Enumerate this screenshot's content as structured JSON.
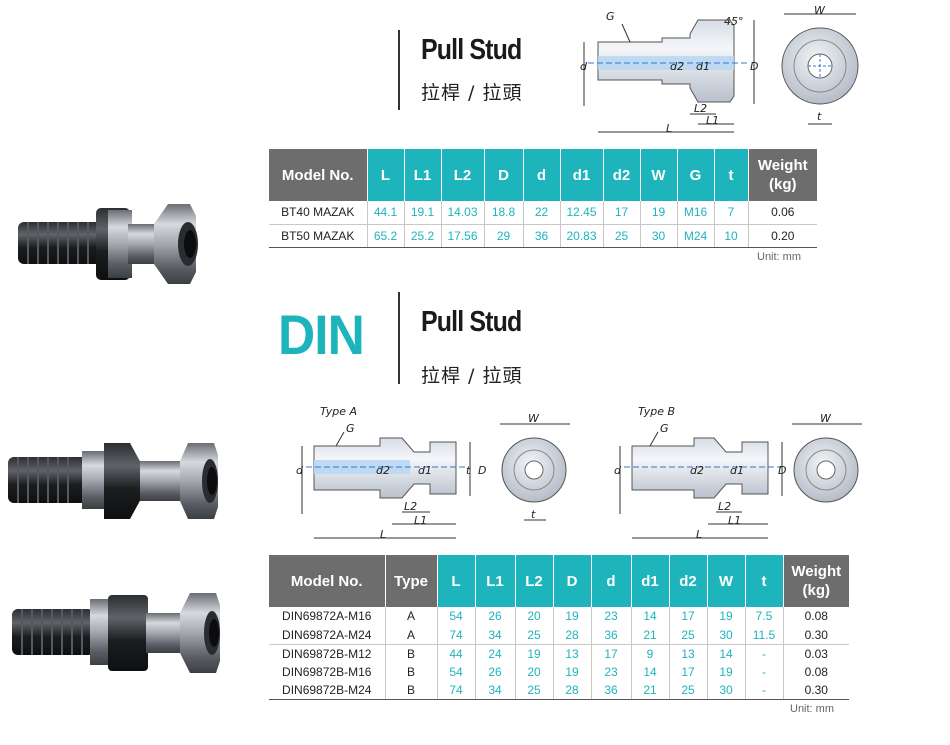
{
  "section1": {
    "title_en": "Pull Stud",
    "title_zh": "拉桿 / 拉頭",
    "diagram_labels": {
      "G": "G",
      "angle": "45°",
      "W": "W",
      "d": "d",
      "d2": "d2",
      "d1": "d1",
      "D": "D",
      "L2": "L2",
      "L1": "L1",
      "L": "L",
      "t": "t"
    },
    "table": {
      "headers": [
        "Model No.",
        "L",
        "L1",
        "L2",
        "D",
        "d",
        "d1",
        "d2",
        "W",
        "G",
        "t",
        "Weight\n(kg)"
      ],
      "rows": [
        [
          "BT40 MAZAK",
          "44.1",
          "19.1",
          "14.03",
          "18.8",
          "22",
          "12.45",
          "17",
          "19",
          "M16",
          "7",
          "0.06"
        ],
        [
          "BT50 MAZAK",
          "65.2",
          "25.2",
          "17.56",
          "29",
          "36",
          "20.83",
          "25",
          "30",
          "M24",
          "10",
          "0.20"
        ]
      ],
      "unit": "Unit: mm"
    }
  },
  "section2": {
    "brand": "DIN",
    "title_en": "Pull Stud",
    "title_zh": "拉桿 / 拉頭",
    "type_a_label": "Type A",
    "type_b_label": "Type B",
    "diagram_labels": {
      "G": "G",
      "W": "W",
      "d": "d",
      "d2": "d2",
      "d1": "d1",
      "D": "D",
      "L2": "L2",
      "L1": "L1",
      "L": "L",
      "t": "t"
    },
    "table": {
      "headers": [
        "Model No.",
        "Type",
        "L",
        "L1",
        "L2",
        "D",
        "d",
        "d1",
        "d2",
        "W",
        "t",
        "Weight\n(kg)"
      ],
      "rows": [
        [
          "DIN69872A-M16",
          "A",
          "54",
          "26",
          "20",
          "19",
          "23",
          "14",
          "17",
          "19",
          "7.5",
          "0.08"
        ],
        [
          "DIN69872A-M24",
          "A",
          "74",
          "34",
          "25",
          "28",
          "36",
          "21",
          "25",
          "30",
          "11.5",
          "0.30"
        ],
        [
          "DIN69872B-M12",
          "B",
          "44",
          "24",
          "19",
          "13",
          "17",
          "9",
          "13",
          "14",
          "-",
          "0.03"
        ],
        [
          "DIN69872B-M16",
          "B",
          "54",
          "26",
          "20",
          "19",
          "23",
          "14",
          "17",
          "19",
          "-",
          "0.08"
        ],
        [
          "DIN69872B-M24",
          "B",
          "74",
          "34",
          "25",
          "28",
          "36",
          "21",
          "25",
          "30",
          "-",
          "0.30"
        ]
      ],
      "unit": "Unit: mm"
    }
  },
  "colors": {
    "accent_teal": "#1eb4bc",
    "header_gray": "#6d6d6d",
    "diagram_blue": "#b9d8f3"
  }
}
